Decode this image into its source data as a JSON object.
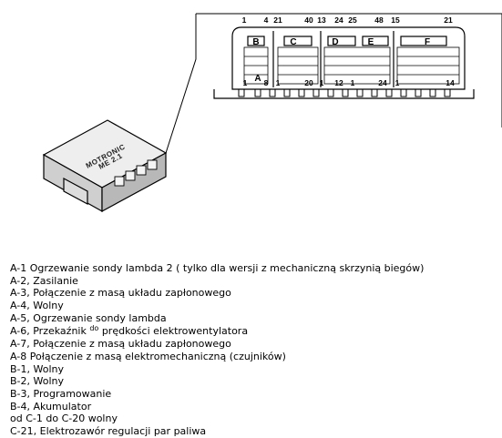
{
  "diagram": {
    "top_pins": [
      "1",
      "4",
      "21",
      "40",
      "13",
      "24",
      "25",
      "48",
      "15",
      "21"
    ],
    "bottom_pins": [
      "1",
      "8",
      "1",
      "20",
      "1",
      "12",
      "1",
      "24",
      "1",
      "14"
    ],
    "sections": [
      "A",
      "B",
      "C",
      "D",
      "E",
      "F"
    ],
    "logo_line1": "MOTRONIC",
    "logo_line2": "ME 2.1"
  },
  "legend": [
    "A-1 Ogrzewanie sondy lambda 2 ( tylko dla wersji z mechaniczną skrzynią biegów)",
    "A-2, Zasilanie",
    "A-3, Połączenie z masą układu zapłonowego",
    "A-4, Wolny",
    "A-5, Ogrzewanie sondy lambda",
    "A-6, Przekaźnik ",
    "do",
    " prędkości elektrowentylatora",
    "A-7, Połączenie z masą układu zapłonowego",
    "A-8 Połączenie z masą elektromechaniczną (czujników)",
    "B-1, Wolny",
    "B-2, Wolny",
    "B-3, Programowanie",
    "B-4, Akumulator",
    "od C-1 do C-20 wolny",
    "C-21, Elektrozawór regulacji par paliwa"
  ]
}
